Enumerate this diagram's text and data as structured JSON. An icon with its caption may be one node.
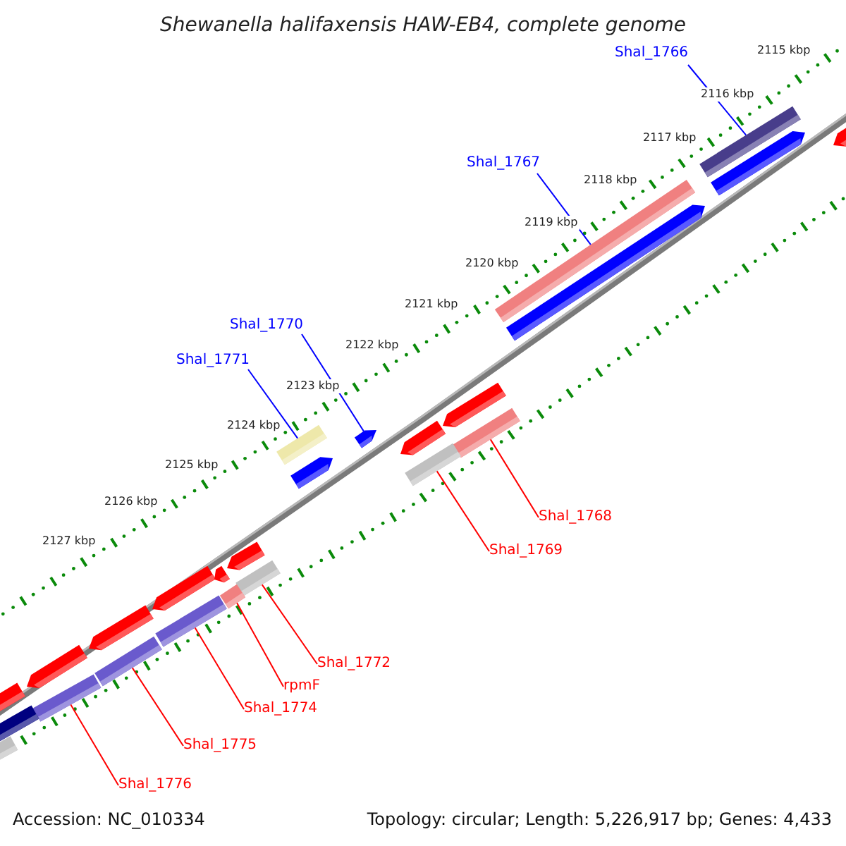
{
  "diagram": {
    "title": "Shewanella halifaxensis HAW-EB4, complete genome",
    "nodes": [
      {
        "text": [
          "Shal_1766"
        ]
      },
      {
        "text": [],
        "shape": "bar"
      },
      {
        "text": [
          "Shal_1767"
        ]
      },
      {
        "text": [],
        "shape": "bar"
      },
      {
        "text": [
          "Shal_1770"
        ]
      },
      {
        "text": [],
        "shape": "arrow"
      },
      {
        "text": [
          "Shal_1771"
        ]
      },
      {
        "text": [],
        "shape": "bar"
      },
      {
        "text": [
          "Shal_1768"
        ]
      },
      {
        "text": [],
        "shape": "bar"
      },
      {
        "text": [
          "Shal_1769"
        ]
      },
      {
        "text": [],
        "shape": "bar"
      },
      {
        "text": [
          "Shal_1772"
        ]
      },
      {
        "text": [],
        "shape": "bar"
      },
      {
        "text": [
          "rpmF"
        ]
      },
      {
        "text": [],
        "shape": "bar"
      },
      {
        "text": [
          "Shal_1774"
        ]
      },
      {
        "text": [],
        "shape": "bar"
      },
      {
        "text": [
          "Shal_1775"
        ]
      },
      {
        "text": [],
        "shape": "bar"
      },
      {
        "text": [
          "Shal_1776"
        ]
      },
      {
        "text": [],
        "shape": "bar"
      },
      {
        "text": [],
        "shape": "arrow"
      },
      {
        "text": [],
        "shape": "arrow"
      },
      {
        "text": [],
        "shape": "arrow"
      },
      {
        "text": [],
        "shape": "arrow"
      },
      {
        "text": [],
        "shape": "arrow"
      },
      {
        "text": [],
        "shape": "arrow"
      },
      {
        "text": [],
        "shape": "arrow"
      },
      {
        "text": [],
        "shape": "arrow"
      },
      {
        "text": [],
        "shape": "arrow"
      },
      {
        "text": [],
        "shape": "arrow"
      },
      {
        "text": [],
        "shape": "arrow"
      },
      {
        "text": [],
        "shape": "arrow"
      },
      {
        "text": [],
        "shape": "bar"
      },
      {
        "text": [],
        "shape": "bar"
      }
    ],
    "edges": [
      {
        "from": 0,
        "to": 1,
        "arrow": "none",
        "color": "#0000ff"
      },
      {
        "from": 2,
        "to": 3,
        "arrow": "none",
        "color": "#0000ff"
      },
      {
        "from": 4,
        "to": 5,
        "arrow": "none",
        "color": "#0000ff"
      },
      {
        "from": 6,
        "to": 7,
        "arrow": "none",
        "color": "#0000ff"
      },
      {
        "from": 8,
        "to": 9,
        "arrow": "none"
      },
      {
        "from": 10,
        "to": 11,
        "arrow": "none"
      },
      {
        "from": 12,
        "to": 13,
        "arrow": "none"
      },
      {
        "from": 14,
        "to": 15,
        "arrow": "none"
      },
      {
        "from": 16,
        "to": 17,
        "arrow": "none"
      },
      {
        "from": 18,
        "to": 19,
        "arrow": "none"
      },
      {
        "from": 20,
        "to": 21,
        "arrow": "none"
      }
    ],
    "labels": [
      "2115 kbp",
      "2116 kbp",
      "2117 kbp",
      "2118 kbp",
      "2119 kbp",
      "2120 kbp",
      "2121 kbp",
      "2122 kbp",
      "2123 kbp",
      "2124 kbp",
      "2125 kbp",
      "2126 kbp",
      "2127 kbp",
      "Accession: NC_010334",
      "Topology: circular; Length: 5,226,917 bp; Genes: 4,433"
    ]
  }
}
